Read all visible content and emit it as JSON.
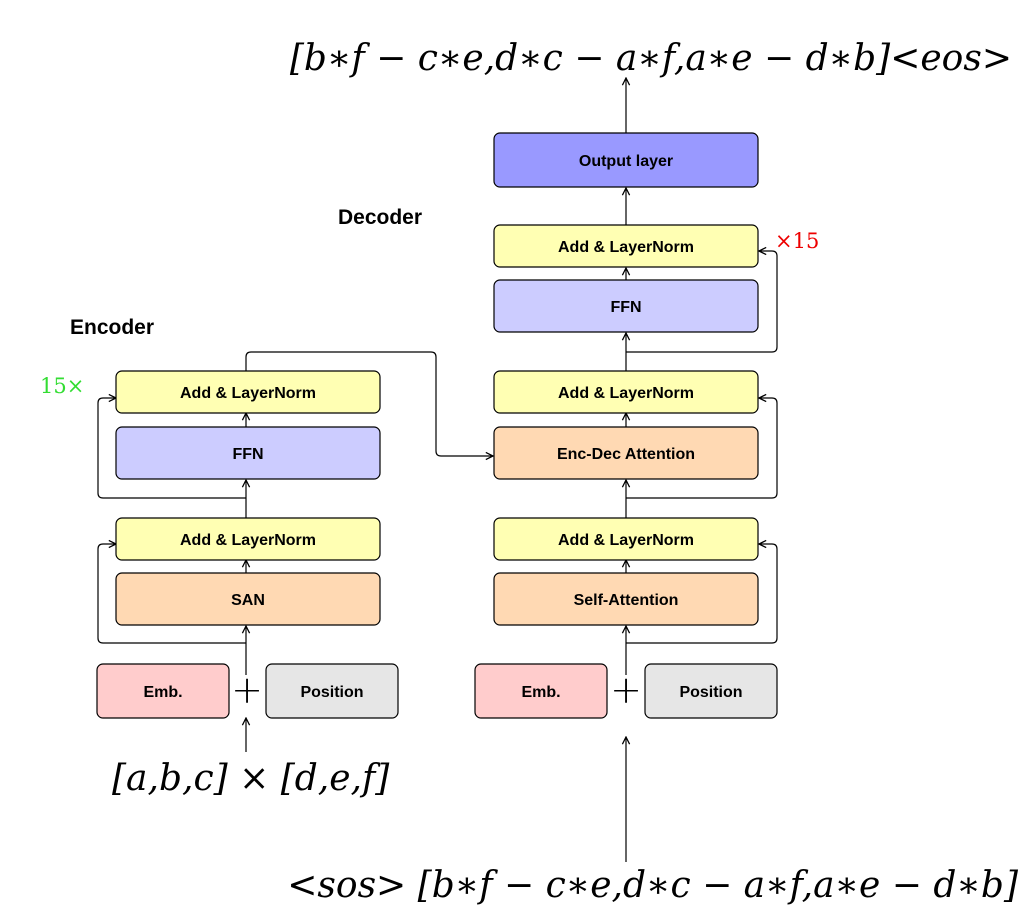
{
  "colors": {
    "add_norm": "#ffffb3",
    "ffn": "#ccccff",
    "attention": "#ffd9b3",
    "embedding": "#ffcccc",
    "position": "#e6e6e6",
    "output": "#9999ff",
    "encoder_repeat": "#33dd33",
    "decoder_repeat": "#ee0000"
  },
  "encoder": {
    "title": "Encoder",
    "repeat": "15×",
    "add_norm_top": "Add & LayerNorm",
    "ffn": "FFN",
    "add_norm_bottom": "Add & LayerNorm",
    "san": "SAN",
    "emb": "Emb.",
    "position": "Position",
    "plus": "+",
    "input": "[a,b,c] × [d,e,f]"
  },
  "decoder": {
    "title": "Decoder",
    "repeat": "×15",
    "output_layer": "Output layer",
    "add_norm_ffn": "Add & LayerNorm",
    "ffn": "FFN",
    "add_norm_cross": "Add & LayerNorm",
    "enc_dec_attention": "Enc-Dec Attention",
    "add_norm_self": "Add & LayerNorm",
    "self_attention": "Self-Attention",
    "emb": "Emb.",
    "position": "Position",
    "plus": "+",
    "input": "<sos> [b∗f − c∗e,d∗c − a∗f,a∗e − d∗b]",
    "output": "[b∗f − c∗e,d∗c − a∗f,a∗e − d∗b]<eos>"
  }
}
